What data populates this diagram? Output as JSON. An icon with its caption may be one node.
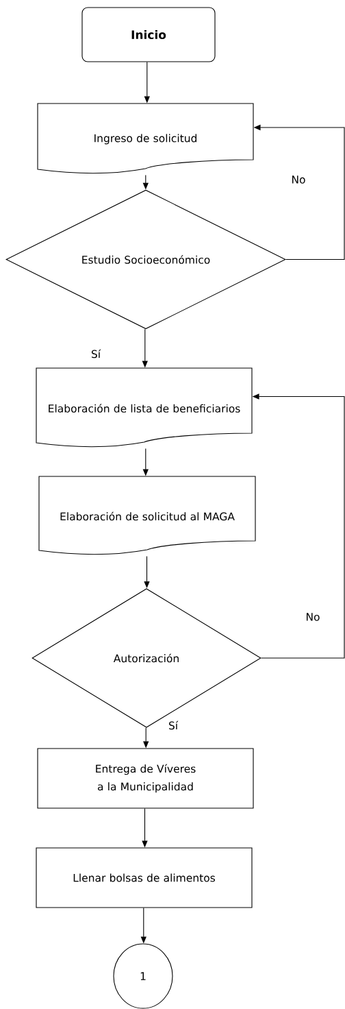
{
  "diagram": {
    "nodes": [
      {
        "text": [
          "Inicio"
        ]
      },
      {
        "text": [
          "Ingreso de solicitud"
        ]
      },
      {
        "text": [
          "Estudio Socioeconómico"
        ]
      },
      {
        "text": [
          "Elaboración de lista de beneficiarios"
        ]
      },
      {
        "text": [
          "Elaboración de solicitud al MAGA"
        ]
      },
      {
        "text": [
          "Autorización"
        ]
      },
      {
        "text": [
          "Entrega de Víveres a la Municipalidad"
        ]
      },
      {
        "text": [
          "Llenar bolsas de alimentos"
        ]
      },
      {
        "text": [
          "1"
        ]
      }
    ],
    "edges": [
      {
        "from": 0,
        "to": 1,
        "arrow": "to"
      },
      {
        "from": 1,
        "to": 2,
        "arrow": "to"
      },
      {
        "from": 2,
        "to": 3,
        "arrow": "to",
        "label": "Sí"
      },
      {
        "from": 2,
        "to": 1,
        "arrow": "to",
        "label": "No"
      },
      {
        "from": 3,
        "to": 4,
        "arrow": "to"
      },
      {
        "from": 4,
        "to": 5,
        "arrow": "to"
      },
      {
        "from": 5,
        "to": 6,
        "arrow": "to",
        "label": "Sí"
      },
      {
        "from": 5,
        "to": 3,
        "arrow": "to",
        "label": "No"
      },
      {
        "from": 6,
        "to": 7,
        "arrow": "to"
      },
      {
        "from": 7,
        "to": 8,
        "arrow": "to"
      }
    ]
  }
}
